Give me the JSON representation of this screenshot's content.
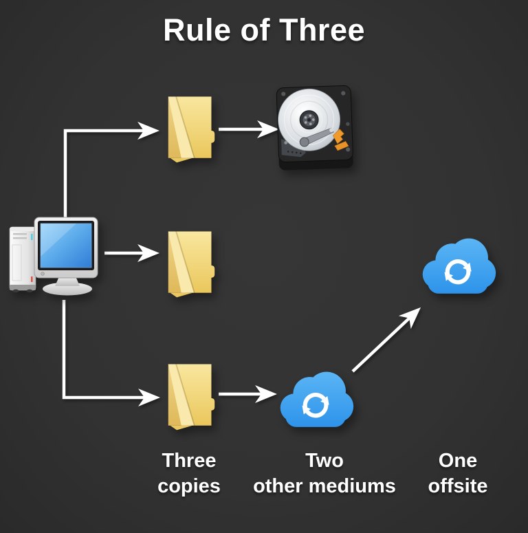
{
  "title": "Rule of Three",
  "labels": {
    "copies": {
      "line1": "Three",
      "line2": "copies"
    },
    "mediums": {
      "line1": "Two",
      "line2": "other mediums"
    },
    "offsite": {
      "line1": "One",
      "line2": "offsite"
    }
  },
  "icons": {
    "source": "desktop-computer-icon",
    "copy": "folder-icon",
    "medium_local": "hard-drive-icon",
    "medium_cloud": "cloud-sync-icon",
    "offsite": "cloud-sync-icon"
  },
  "colors": {
    "background": "#323232",
    "text": "#ffffff",
    "arrow": "#ffffff",
    "cloud_blue": "#3fa3f2",
    "folder_yellow": "#f3d87f",
    "hdd_accent_orange": "#f09a2b",
    "screen_blue": "#4f9de4"
  }
}
